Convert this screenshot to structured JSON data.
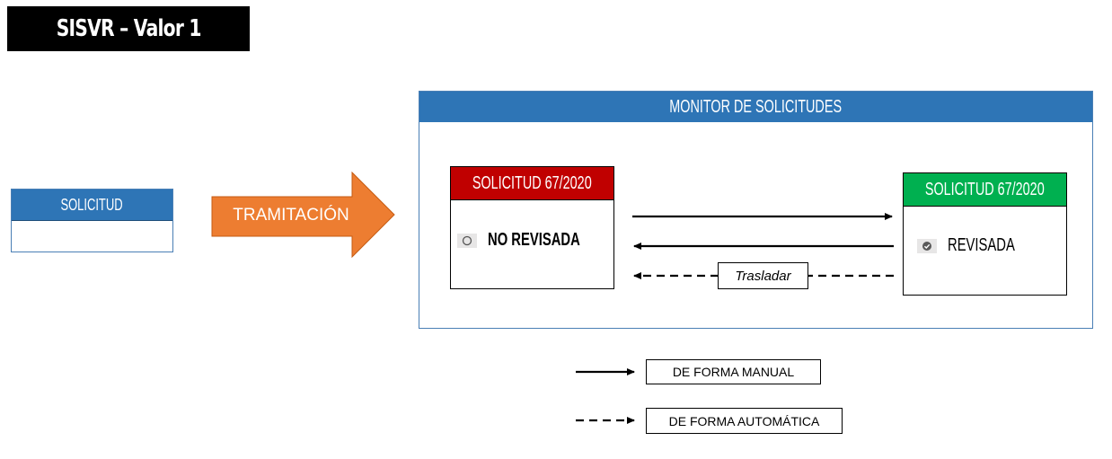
{
  "title": "SISVR – Valor 1",
  "solicitud_card": {
    "header": "SOLICITUD"
  },
  "process_arrow": {
    "label": "TRAMITACIÓN",
    "color": "#ed7d31"
  },
  "monitor": {
    "header": "MONITOR DE SOLICITUDES",
    "left_card": {
      "header": "SOLICITUD 67/2020",
      "status_icon": "radio-empty-icon",
      "status": "NO REVISADA",
      "color": "#c00000"
    },
    "right_card": {
      "header": "SOLICITUD 67/2020",
      "status_icon": "check-circle-icon",
      "status": "REVISADA",
      "color": "#00b050"
    },
    "transition_label": "Trasladar"
  },
  "legend": {
    "manual": "DE FORMA MANUAL",
    "automatic": "DE FORMA AUTOMÁTICA"
  },
  "colors": {
    "header_blue": "#2e75b6"
  }
}
